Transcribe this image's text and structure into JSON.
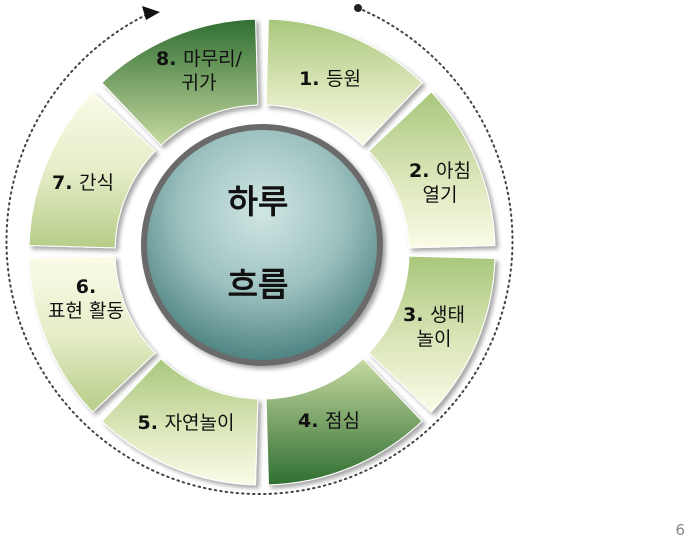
{
  "center": {
    "line1": "하루",
    "line2": "흐름"
  },
  "segments": [
    {
      "number": "1.",
      "lines": [
        "등원"
      ],
      "style": "light-top"
    },
    {
      "number": "2.",
      "lines": [
        "아침",
        "열기"
      ],
      "style": "light-top"
    },
    {
      "number": "3.",
      "lines": [
        "생태",
        "놀이"
      ],
      "style": "light-top"
    },
    {
      "number": "4.",
      "lines": [
        "점심"
      ],
      "style": "dark-bottom"
    },
    {
      "number": "5.",
      "lines": [
        "자연놀이"
      ],
      "style": "light-top"
    },
    {
      "number": "6.",
      "lines": [
        "표현  활동"
      ],
      "style": "light-bottom"
    },
    {
      "number": "7.",
      "lines": [
        "간식"
      ],
      "style": "light-bottom"
    },
    {
      "number": "8.",
      "lines": [
        "마무리/",
        "귀가"
      ],
      "style": "dark-top"
    }
  ],
  "colors": {
    "light": "#fbfbe8",
    "mid": "#bfd496",
    "dark": "#3e7d3a",
    "center_light": "#c4dedd",
    "center_dark": "#3f7575",
    "ring": "#555555"
  },
  "page_number": "6"
}
